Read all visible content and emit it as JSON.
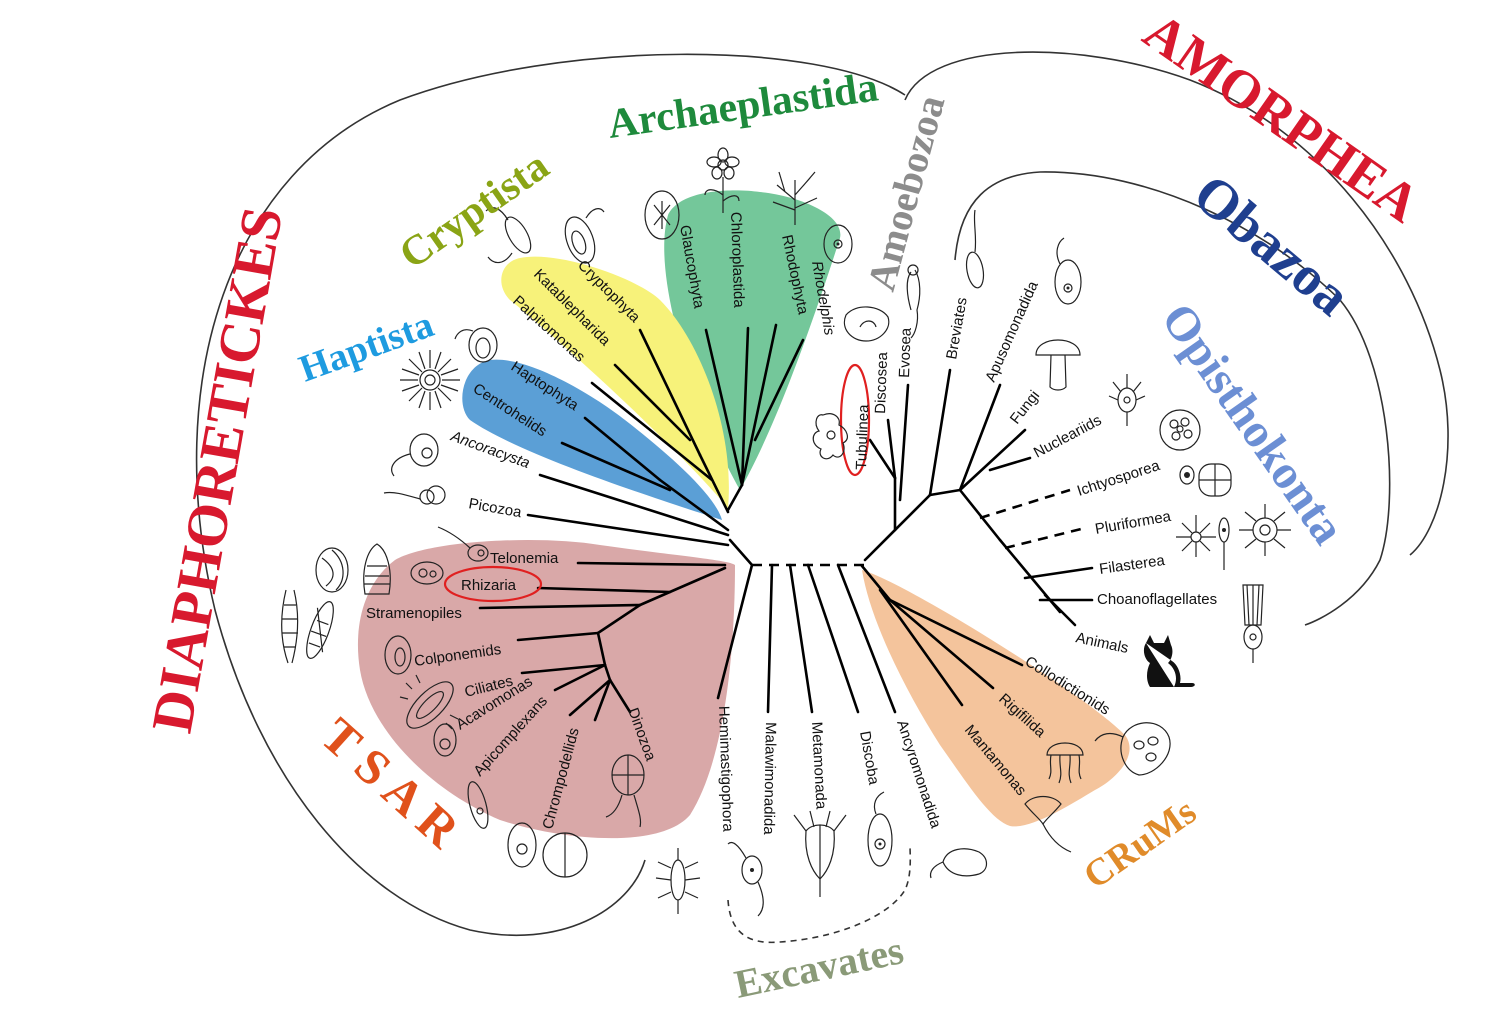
{
  "supergroups": {
    "diaphoretickes": {
      "label": "DIAPHORETICKES",
      "color": "#d8192e"
    },
    "amorphea": {
      "label": "AMORPHEA",
      "color": "#d8192e"
    },
    "obazoa": {
      "label": "Obazoa",
      "color": "#1f3f8f"
    },
    "opisthokonta": {
      "label": "Opisthokonta",
      "color": "#6c8fd4"
    }
  },
  "groups": {
    "archaeplastida": {
      "label": "Archaeplastida",
      "color": "#1e8a3c",
      "fill": "#74c79a"
    },
    "cryptista": {
      "label": "Cryptista",
      "color": "#8aa415",
      "fill": "#f7f27a"
    },
    "haptista": {
      "label": "Haptista",
      "color": "#1e9be0",
      "fill": "#5b9fd6"
    },
    "amoebozoa": {
      "label": "Amoebozoa",
      "color": "#8c8c8c"
    },
    "tsar": {
      "label": "T S A R",
      "color": "#e0511b",
      "fill": "#d9a8a8"
    },
    "excavates": {
      "label": "Excavates",
      "color": "#8a9a78"
    },
    "crums": {
      "label": "CRuMs",
      "color": "#e08b2a",
      "fill": "#f4c49c"
    }
  },
  "leaves": {
    "glaucophyta": "Glaucophyta",
    "chloroplastida": "Chloroplastida",
    "rhodophyta": "Rhodophyta",
    "rhodelphis": "Rhodelphis",
    "cryptophyta": "Cryptophyta",
    "katablepharida": "Katablepharida",
    "palpitomonas": "Palpitomonas",
    "haptophyta": "Haptophyta",
    "centrohelids": "Centrohelids",
    "ancoracysta": "Ancoracysta",
    "picozoa": "Picozoa",
    "telonemia": "Telonemia",
    "rhizaria": "Rhizaria",
    "stramenopiles": "Stramenopiles",
    "colponemids": "Colponemids",
    "ciliates": "Ciliates",
    "acavomonas": "Acavomonas",
    "apicomplexans": "Apicomplexans",
    "chrompodellids": "Chrompodellids",
    "dinozoa": "Dinozoa",
    "hemimastigophora": "Hemimastigophora",
    "malawimonadida": "Malawimonadida",
    "metamonada": "Metamonada",
    "discoba": "Discoba",
    "ancyromonadida": "Ancyromonadida",
    "mantamonas": "Mantamonas",
    "rigifilida": "Rigifilida",
    "collodictionids": "Collodictionids",
    "tubulinea": "Tubulinea",
    "discosea": "Discosea",
    "evosea": "Evosea",
    "breviates": "Breviates",
    "apusomonadida": "Apusomonadida",
    "fungi": "Fungi",
    "nucleariids": "Nucleariids",
    "ichtyosporea": "Ichtyosporea",
    "pluriformea": "Pluriformea",
    "filasterea": "Filasterea",
    "choanoflagellates": "Choanoflagellates",
    "animals": "Animals"
  },
  "highlight_color": "#e02020",
  "icons": [
    "flower-icon",
    "seaweed-icon",
    "sun-heliozoan-icon",
    "mushroom-icon",
    "cat-silhouette-icon",
    "amoeba-icon",
    "jellyfish-icon",
    "flagellate-icon"
  ]
}
